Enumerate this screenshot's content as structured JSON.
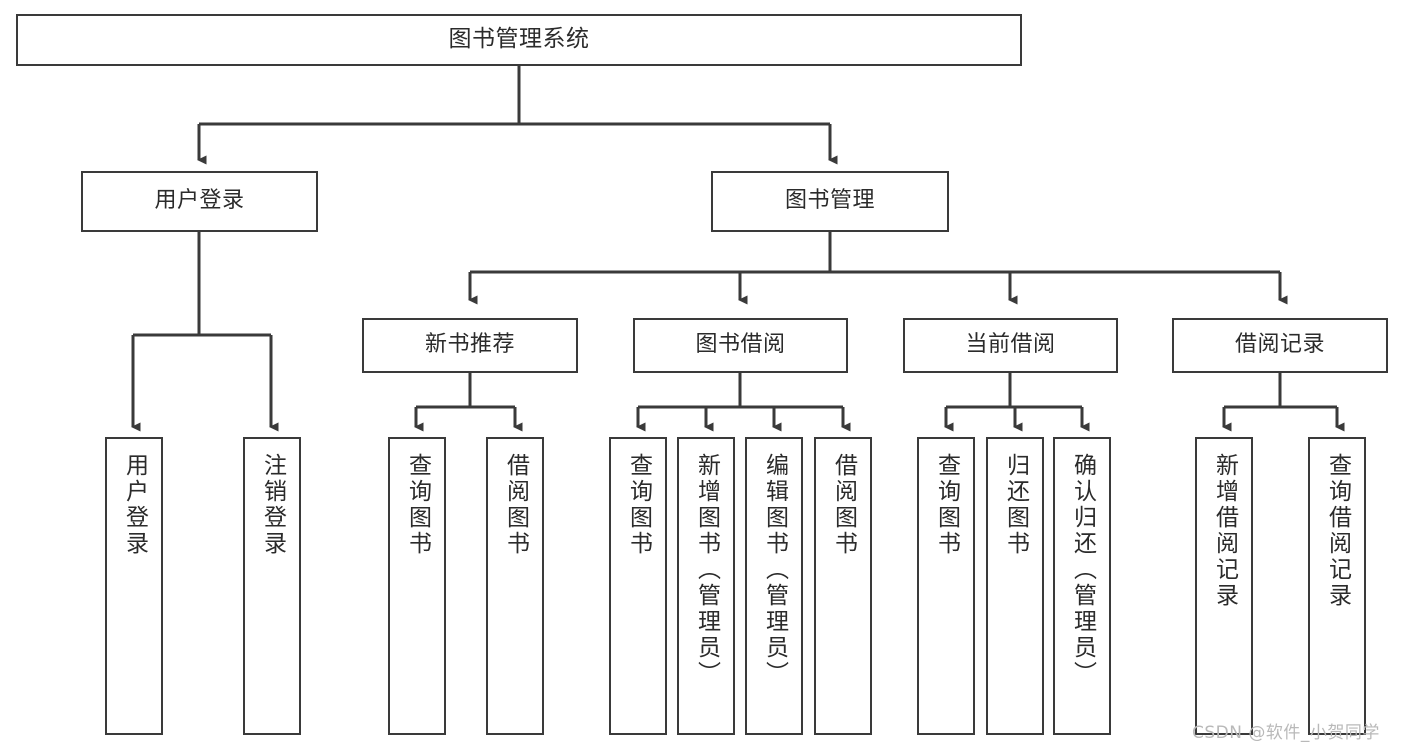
{
  "diagram": {
    "type": "hierarchy-tree",
    "title": "图书管理系统",
    "root": {
      "label": "图书管理系统"
    },
    "level2": [
      {
        "label": "用户登录"
      },
      {
        "label": "图书管理"
      }
    ],
    "level3": [
      {
        "label": "新书推荐"
      },
      {
        "label": "图书借阅"
      },
      {
        "label": "当前借阅"
      },
      {
        "label": "借阅记录"
      }
    ],
    "leaves_user_login": [
      {
        "label": "用户登录"
      },
      {
        "label": "注销登录"
      }
    ],
    "leaves_new_book": [
      {
        "label": "查询图书"
      },
      {
        "label": "借阅图书"
      }
    ],
    "leaves_borrow": [
      {
        "label": "查询图书"
      },
      {
        "label": "新增图书（管理员）"
      },
      {
        "label": "编辑图书（管理员）"
      },
      {
        "label": "借阅图书"
      }
    ],
    "leaves_current": [
      {
        "label": "查询图书"
      },
      {
        "label": "归还图书"
      },
      {
        "label": "确认归还（管理员）"
      }
    ],
    "leaves_records": [
      {
        "label": "新增借阅记录"
      },
      {
        "label": "查询借阅记录"
      }
    ]
  },
  "watermark": {
    "text": "CSDN @软件_小贺同学"
  },
  "colors": {
    "border": "#3a3a3a",
    "text": "#2b2b2b",
    "background": "#ffffff",
    "watermark": "#b9b9b9"
  }
}
